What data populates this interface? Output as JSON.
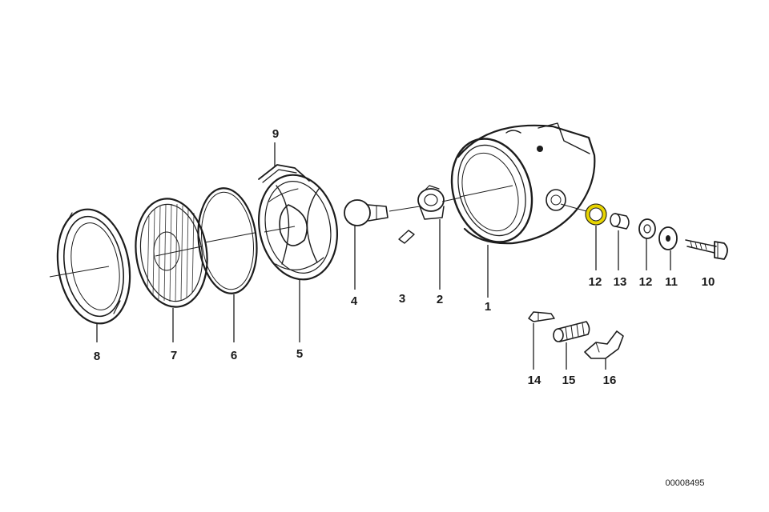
{
  "parts": [
    {
      "id": "p8",
      "label": "8"
    },
    {
      "id": "p7",
      "label": "7"
    },
    {
      "id": "p6",
      "label": "6"
    },
    {
      "id": "p5",
      "label": "5"
    },
    {
      "id": "p9",
      "label": "9"
    },
    {
      "id": "p4",
      "label": "4"
    },
    {
      "id": "p3",
      "label": "3"
    },
    {
      "id": "p2",
      "label": "2"
    },
    {
      "id": "p1",
      "label": "1"
    },
    {
      "id": "p12a",
      "label": "12"
    },
    {
      "id": "p13",
      "label": "13"
    },
    {
      "id": "p12b",
      "label": "12"
    },
    {
      "id": "p11",
      "label": "11"
    },
    {
      "id": "p10",
      "label": "10"
    },
    {
      "id": "p14",
      "label": "14"
    },
    {
      "id": "p15",
      "label": "15"
    },
    {
      "id": "p16",
      "label": "16"
    }
  ],
  "highlight": {
    "part": "12",
    "color": "#e8d500"
  },
  "colors": {
    "ink": "#1c1c1c",
    "background": "#ffffff"
  },
  "doc_number": "00008495"
}
